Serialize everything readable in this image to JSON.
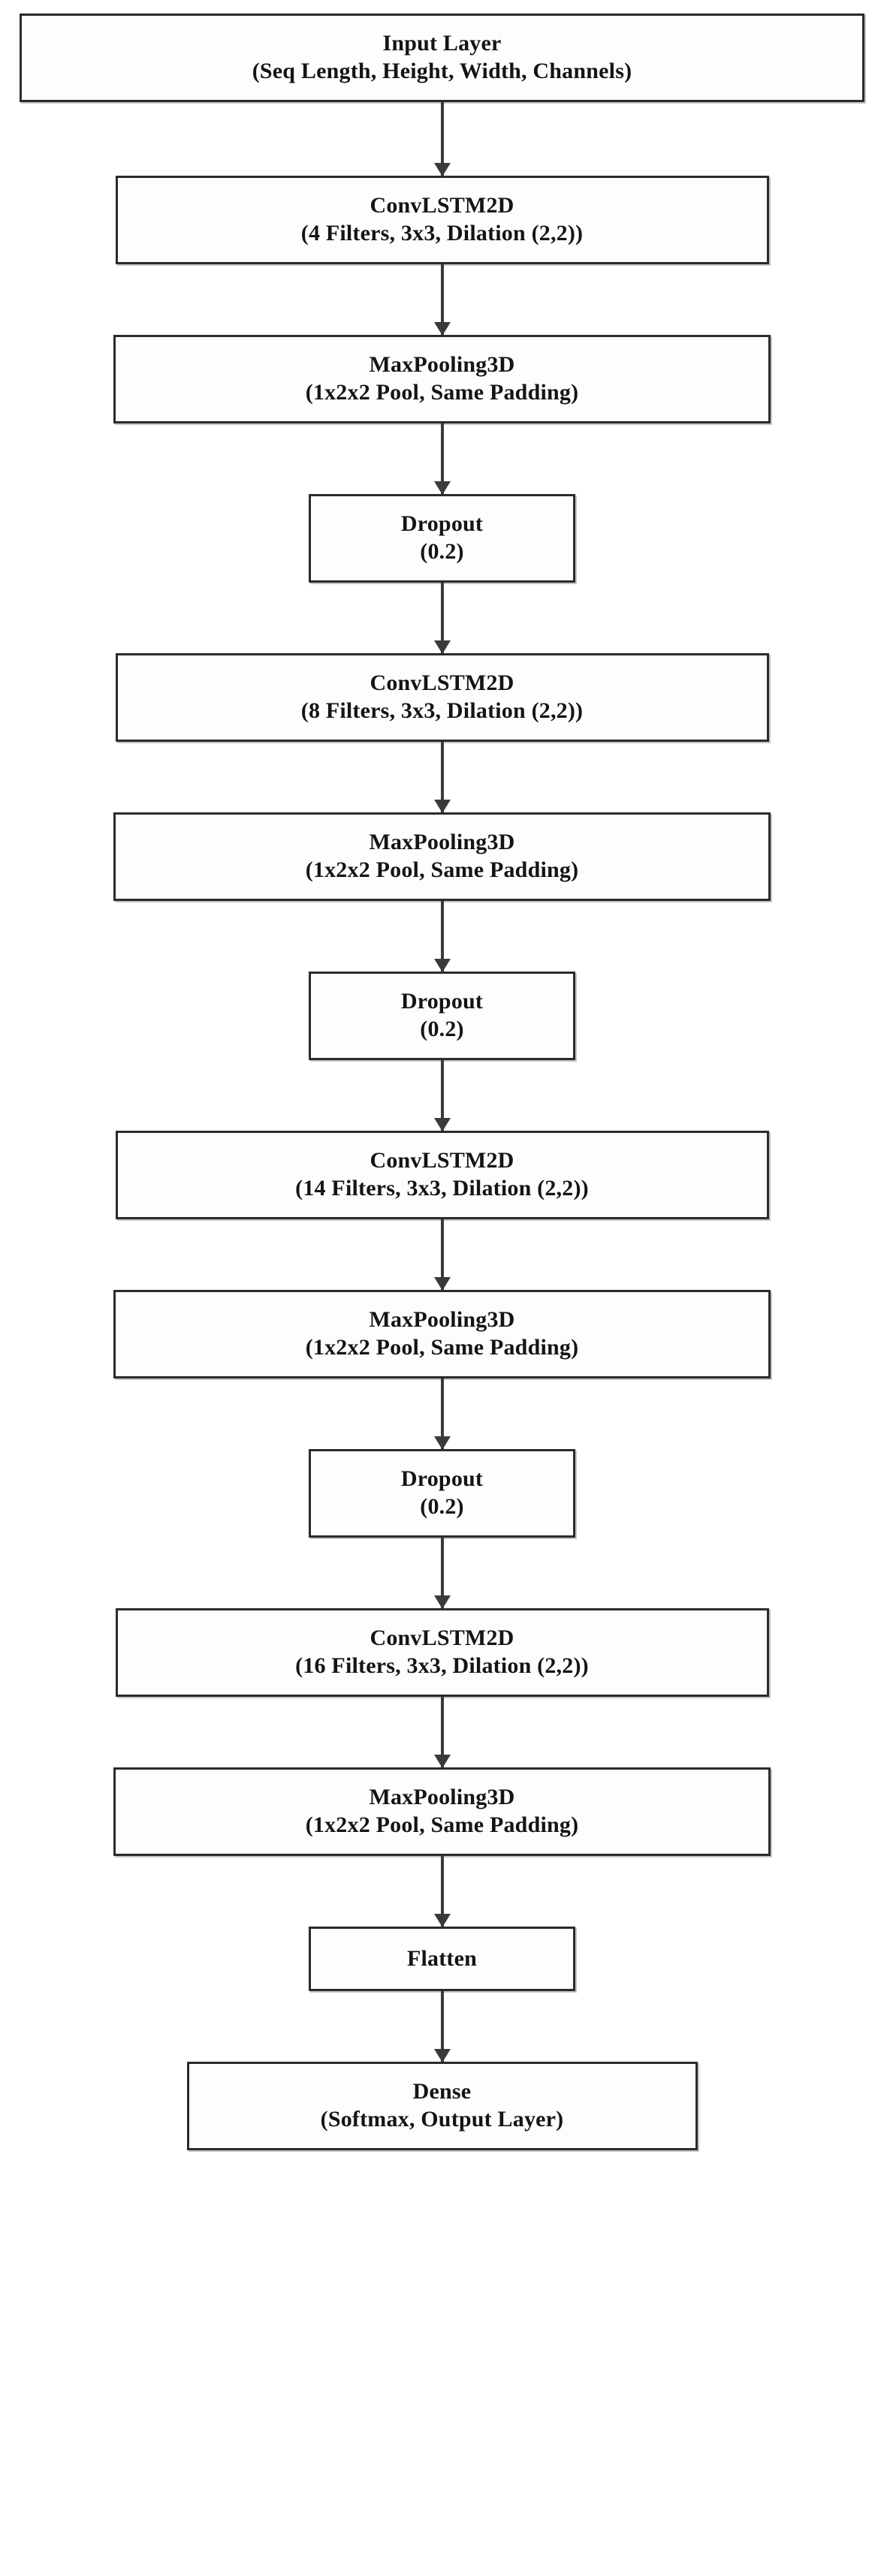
{
  "diagram": {
    "type": "flowchart",
    "orientation": "top-to-bottom",
    "background_color": "#ffffff",
    "box_border_color": "#2b2b2b",
    "box_fill_color": "#fdfdfc",
    "arrow_color": "#3a3a3a",
    "text_color": "#141414",
    "nodes": [
      {
        "id": "input-layer",
        "line1": "Input Layer",
        "line2": "(Seq Length, Height, Width, Channels)"
      },
      {
        "id": "convlstm2d-1",
        "line1": "ConvLSTM2D",
        "line2": "(4 Filters, 3x3, Dilation (2,2))"
      },
      {
        "id": "maxpooling3d-1",
        "line1": "MaxPooling3D",
        "line2": "(1x2x2 Pool, Same Padding)"
      },
      {
        "id": "dropout-1",
        "line1": "Dropout",
        "line2": "(0.2)"
      },
      {
        "id": "convlstm2d-2",
        "line1": "ConvLSTM2D",
        "line2": "(8 Filters, 3x3, Dilation (2,2))"
      },
      {
        "id": "maxpooling3d-2",
        "line1": "MaxPooling3D",
        "line2": "(1x2x2 Pool, Same Padding)"
      },
      {
        "id": "dropout-2",
        "line1": "Dropout",
        "line2": "(0.2)"
      },
      {
        "id": "convlstm2d-3",
        "line1": "ConvLSTM2D",
        "line2": "(14 Filters, 3x3, Dilation (2,2))"
      },
      {
        "id": "maxpooling3d-3",
        "line1": "MaxPooling3D",
        "line2": "(1x2x2 Pool, Same Padding)"
      },
      {
        "id": "dropout-3",
        "line1": "Dropout",
        "line2": "(0.2)"
      },
      {
        "id": "convlstm2d-4",
        "line1": "ConvLSTM2D",
        "line2": "(16 Filters, 3x3, Dilation (2,2))"
      },
      {
        "id": "maxpooling3d-4",
        "line1": "MaxPooling3D",
        "line2": "(1x2x2 Pool, Same Padding)"
      },
      {
        "id": "flatten",
        "line1": "Flatten",
        "line2": ""
      },
      {
        "id": "dense-output",
        "line1": "Dense",
        "line2": "(Softmax, Output Layer)"
      }
    ],
    "edges": [
      {
        "from": "input-layer",
        "to": "convlstm2d-1"
      },
      {
        "from": "convlstm2d-1",
        "to": "maxpooling3d-1"
      },
      {
        "from": "maxpooling3d-1",
        "to": "dropout-1"
      },
      {
        "from": "dropout-1",
        "to": "convlstm2d-2"
      },
      {
        "from": "convlstm2d-2",
        "to": "maxpooling3d-2"
      },
      {
        "from": "maxpooling3d-2",
        "to": "dropout-2"
      },
      {
        "from": "dropout-2",
        "to": "convlstm2d-3"
      },
      {
        "from": "convlstm2d-3",
        "to": "maxpooling3d-3"
      },
      {
        "from": "maxpooling3d-3",
        "to": "dropout-3"
      },
      {
        "from": "dropout-3",
        "to": "convlstm2d-4"
      },
      {
        "from": "convlstm2d-4",
        "to": "maxpooling3d-4"
      },
      {
        "from": "maxpooling3d-4",
        "to": "flatten"
      },
      {
        "from": "flatten",
        "to": "dense-output"
      }
    ]
  }
}
